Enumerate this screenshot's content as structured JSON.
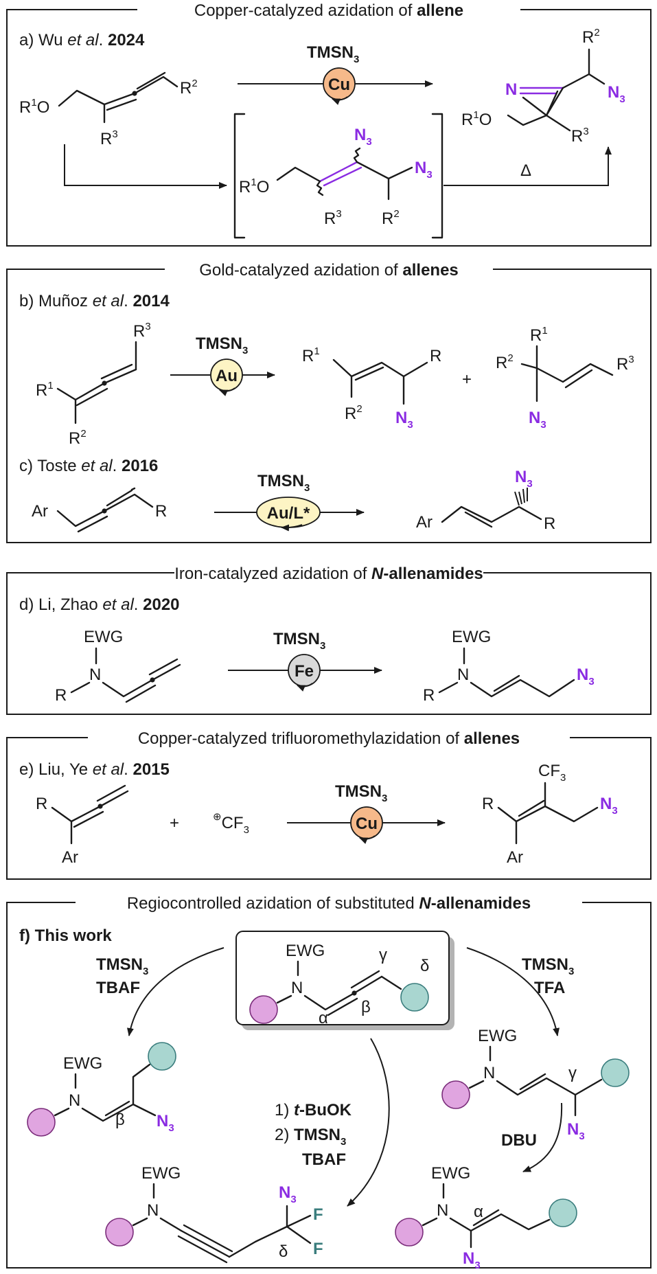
{
  "panels": {
    "cu_allene": {
      "title_pre": "Copper-catalyzed azidation of ",
      "title_bold": "allene",
      "ref_label": "a) Wu ",
      "ref_etal": "et al",
      "ref_dot": ". ",
      "ref_year": "2024",
      "reagent": "TMSN",
      "reagent_sub": "3",
      "catalyst": "Cu",
      "heat": "Δ"
    },
    "au_allenes": {
      "title_pre": "Gold-catalyzed azidation of ",
      "title_bold": "allenes",
      "ref_b_label": "b) Muñoz ",
      "ref_b_etal": "et al",
      "ref_b_dot": ". ",
      "ref_b_year": "2014",
      "reagent_b": "TMSN",
      "reagent_b_sub": "3",
      "catalyst_b": "Au",
      "plus": "+",
      "ref_c_label": "c) Toste ",
      "ref_c_etal": "et al",
      "ref_c_dot": ". ",
      "ref_c_year": "2016",
      "reagent_c": "TMSN",
      "reagent_c_sub": "3",
      "catalyst_c": "Au/L*"
    },
    "fe_allenamides": {
      "title_pre": "Iron-catalyzed azidation of ",
      "title_bold_it": "N",
      "title_bold": "-allenamides",
      "ref_label": "d) Li, Zhao ",
      "ref_etal": "et al",
      "ref_dot": ". ",
      "ref_year": "2020",
      "reagent": "TMSN",
      "reagent_sub": "3",
      "catalyst": "Fe"
    },
    "cu_cf3": {
      "title_pre": "Copper-catalyzed trifluoromethylazidation of ",
      "title_bold": "allenes",
      "ref_label": "e) Liu, Ye ",
      "ref_etal": "et al",
      "ref_dot": ". ",
      "ref_year": "2015",
      "plus": "+",
      "reagent": "TMSN",
      "reagent_sub": "3",
      "catalyst": "Cu"
    },
    "this_work": {
      "title_pre": "Regiocontrolled azidation of substituted ",
      "title_bold_it": "N",
      "title_bold": "-allenamides",
      "label": "f) This work",
      "left_reagent_1": "TMSN",
      "left_reagent_1_sub": "3",
      "left_reagent_2": "TBAF",
      "right_reagent_1": "TMSN",
      "right_reagent_1_sub": "3",
      "right_reagent_2": "TFA",
      "mid_step_1_num": "1) ",
      "mid_step_1_it": "t",
      "mid_step_1": "-BuOK",
      "mid_step_2_num": "2) ",
      "mid_step_2": "TMSN",
      "mid_step_2_sub": "3",
      "mid_step_3": "TBAF",
      "dbu": "DBU"
    }
  },
  "atoms": {
    "R": "R",
    "R1": "1",
    "R2": "2",
    "R3": "3",
    "O": "O",
    "N": "N",
    "N3": "N",
    "sub3": "3",
    "Ar": "Ar",
    "EWG": "EWG",
    "CF": "CF",
    "F": "F",
    "alpha": "α",
    "beta": "β",
    "gamma": "γ",
    "delta": "δ",
    "plus_sign": "⊕"
  },
  "colors": {
    "azide": "#8a2be2",
    "cu": "#f6b98a",
    "au": "#fdf4c4",
    "fe": "#d9d9d9",
    "pink_group": "#e0a5e0",
    "teal_group": "#a9d6d0"
  }
}
